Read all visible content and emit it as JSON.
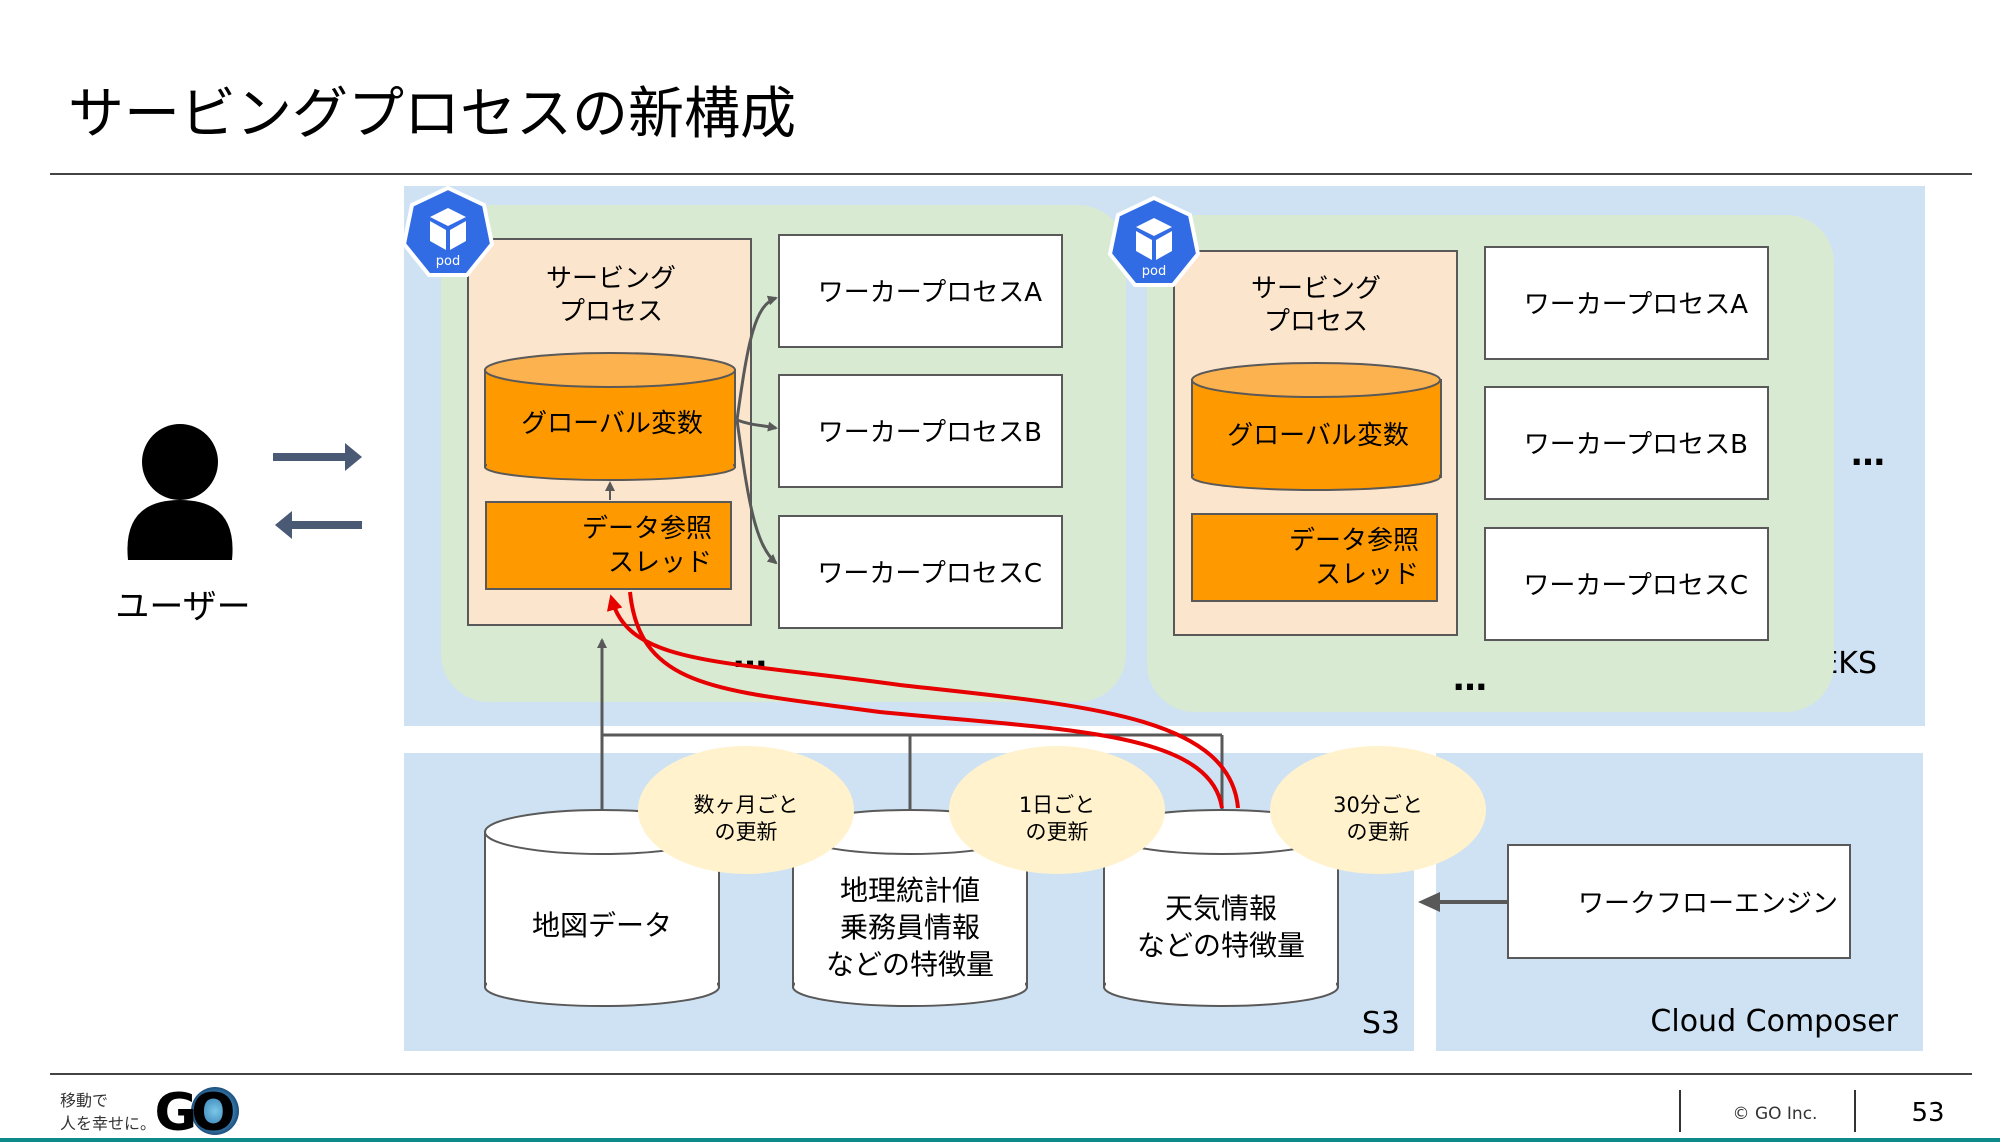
{
  "slide": {
    "title": "サービングプロセスの新構成",
    "page_number": "53",
    "copyright": "© GO Inc.",
    "logo_tagline_line1": "移動で",
    "logo_tagline_line2": "人を幸せに。",
    "logo_text": "GO"
  },
  "user": {
    "label": "ユーザー"
  },
  "eks": {
    "label": "Amazon EKS",
    "more_pods": "…",
    "pods": [
      {
        "badge": "pod",
        "serving_title_line1": "サービング",
        "serving_title_line2": "プロセス",
        "global_vars": "グローバル変数",
        "thread_line1": "データ参照",
        "thread_line2": "スレッド",
        "workers": [
          "ワーカープロセスA",
          "ワーカープロセスB",
          "ワーカープロセスC"
        ],
        "more_workers": "…"
      },
      {
        "badge": "pod",
        "serving_title_line1": "サービング",
        "serving_title_line2": "プロセス",
        "global_vars": "グローバル変数",
        "thread_line1": "データ参照",
        "thread_line2": "スレッド",
        "workers": [
          "ワーカープロセスA",
          "ワーカープロセスB",
          "ワーカープロセスC"
        ],
        "more_workers": "…"
      }
    ]
  },
  "s3": {
    "label": "S3",
    "stores": [
      {
        "lines": [
          "地図データ"
        ]
      },
      {
        "lines": [
          "地理統計値",
          "乗務員情報",
          "などの特徴量"
        ]
      },
      {
        "lines": [
          "天気情報",
          "などの特徴量"
        ]
      }
    ],
    "update_badges": [
      {
        "line1": "数ヶ月ごと",
        "line2": "の更新"
      },
      {
        "line1": "1日ごと",
        "line2": "の更新"
      },
      {
        "line1": "30分ごと",
        "line2": "の更新"
      }
    ]
  },
  "composer": {
    "label": "Cloud Composer",
    "engine": "ワークフローエンジン"
  },
  "colors": {
    "region_blue": "#cfe2f3",
    "pod_green": "#d9ead3",
    "serving_bg": "#fce5cd",
    "orange": "#ff9900",
    "badge_yellow": "#fff2cc",
    "k8s_blue": "#326ce5",
    "arrow_gray": "#595959",
    "arrow_red": "#e60000",
    "brand_teal": "#0f8a8a"
  }
}
